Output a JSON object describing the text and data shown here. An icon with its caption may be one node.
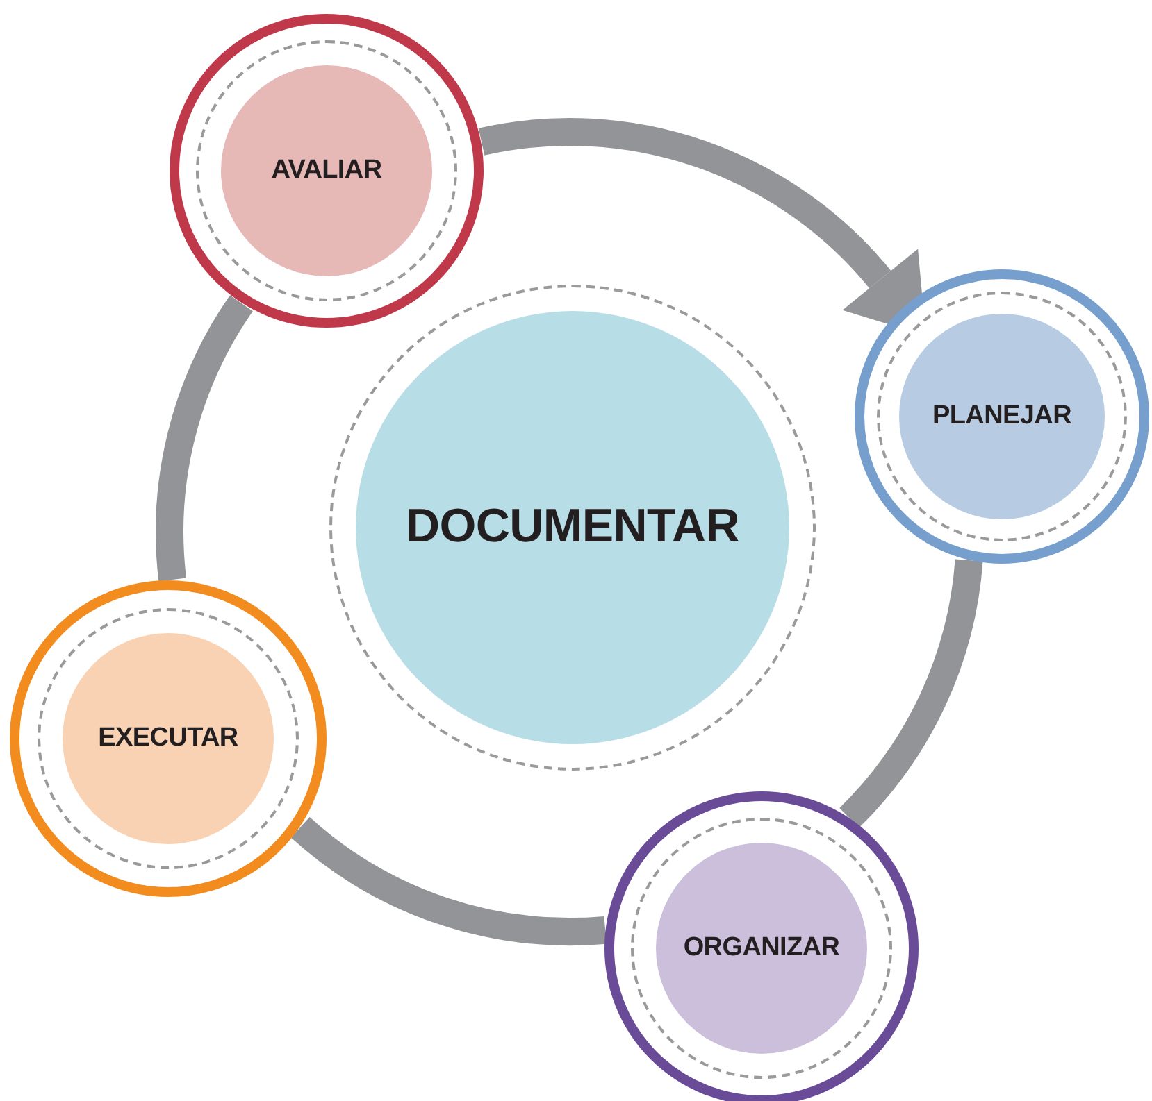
{
  "diagram": {
    "nodes": [
      {
        "text": [
          "AVALIAR"
        ]
      },
      {
        "text": [
          "PLANEJAR"
        ]
      },
      {
        "text": [
          "DOCUMENTAR"
        ]
      },
      {
        "text": [
          "EXECUTAR"
        ]
      },
      {
        "text": [
          "ORGANIZAR"
        ]
      }
    ],
    "edges": [
      {
        "from": 0,
        "to": 1,
        "arrow": "to"
      },
      {
        "from": 1,
        "to": 4,
        "arrow": "none"
      },
      {
        "from": 4,
        "to": 3,
        "arrow": "none"
      },
      {
        "from": 3,
        "to": 0,
        "arrow": "none"
      }
    ]
  }
}
